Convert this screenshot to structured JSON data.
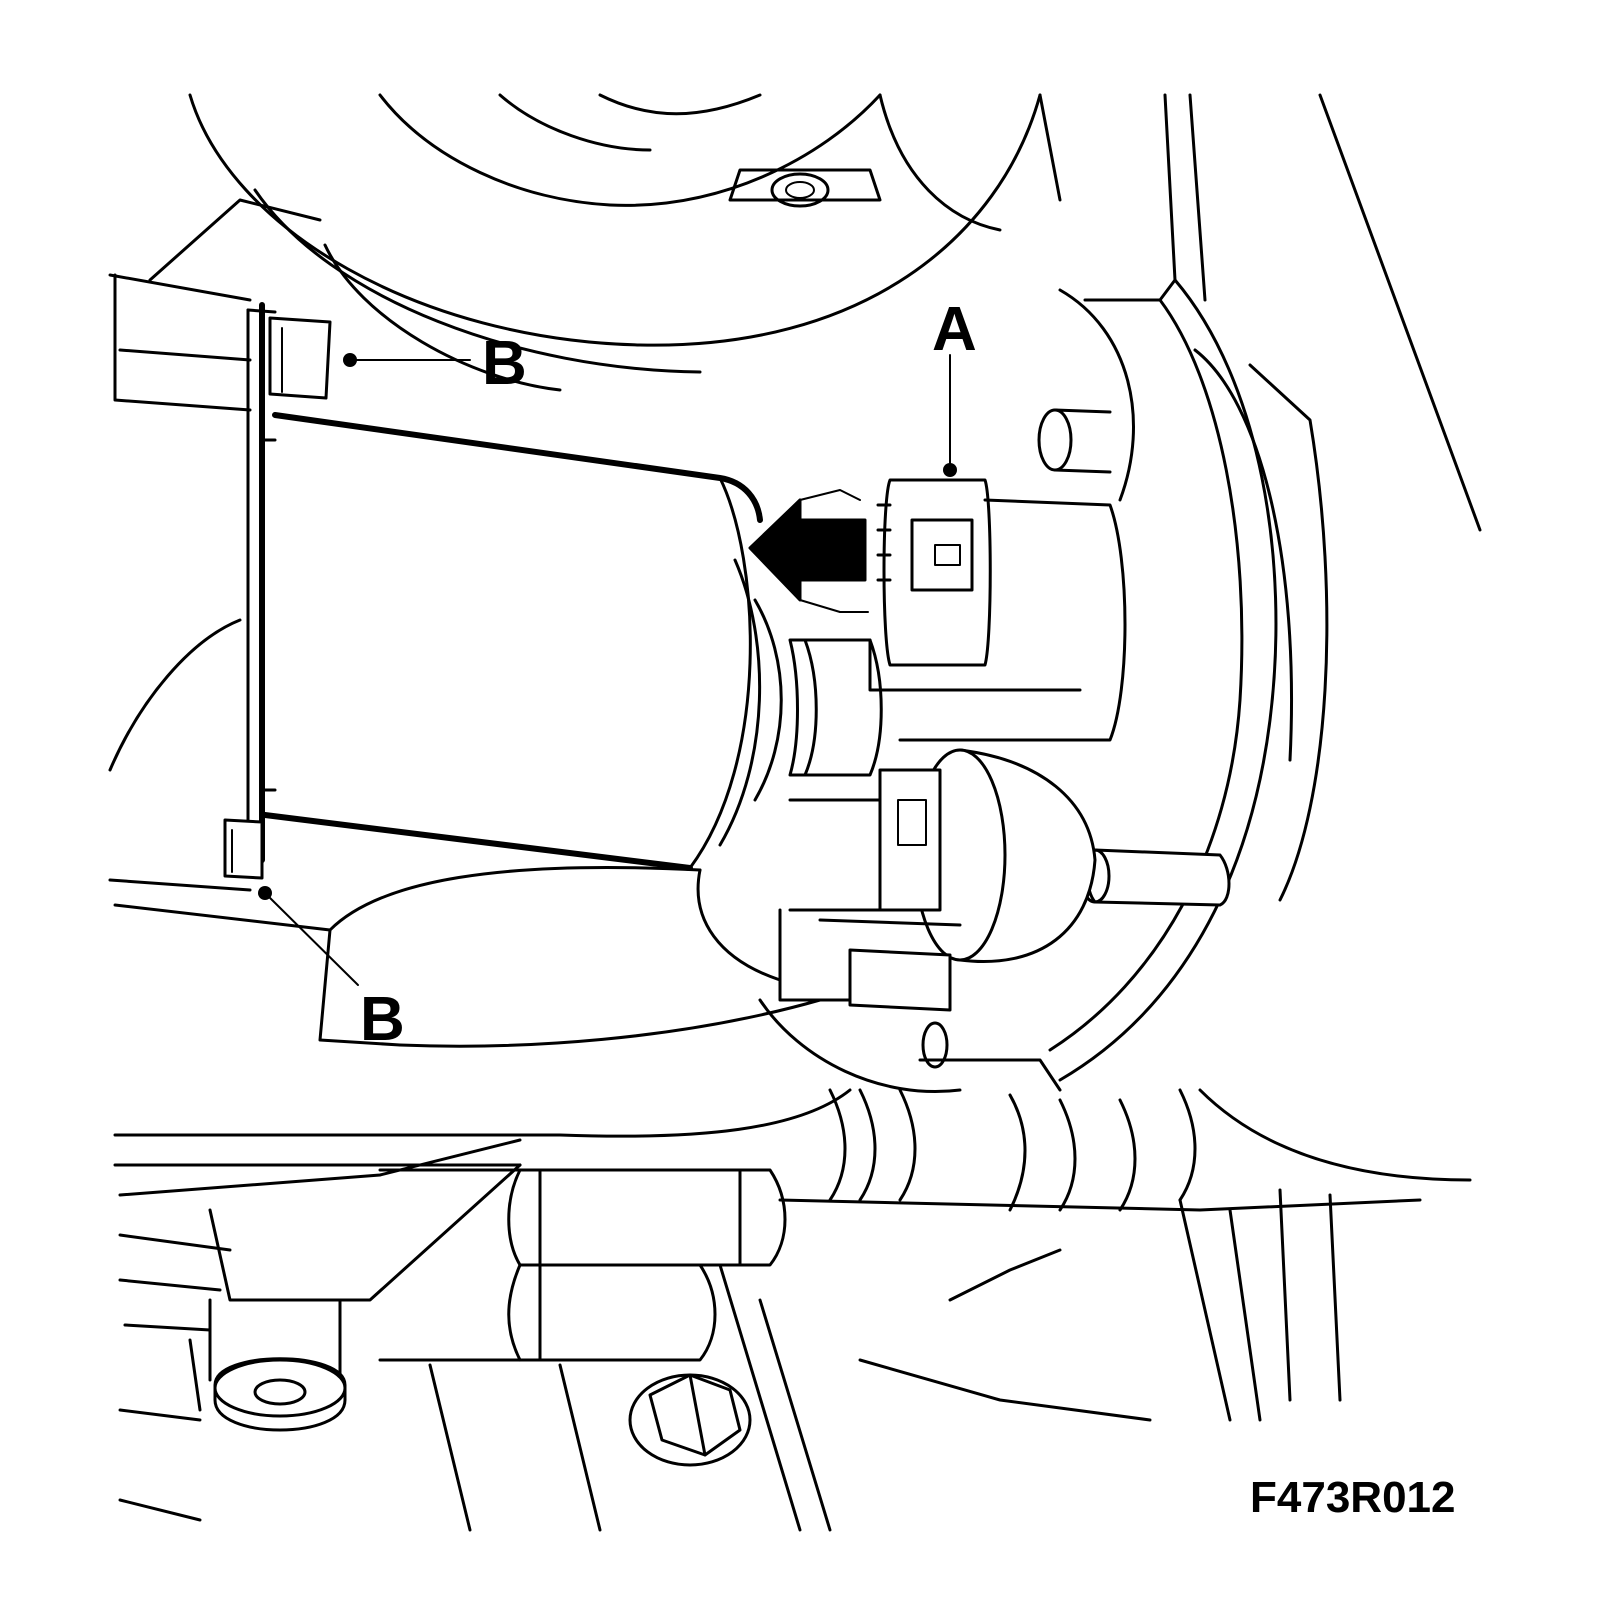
{
  "callouts": {
    "a": {
      "label": "A"
    },
    "b_top": {
      "label": "B"
    },
    "b_bottom": {
      "label": "B"
    }
  },
  "figure_id": "F473R012",
  "colors": {
    "ink": "#000000",
    "paper": "#ffffff"
  }
}
